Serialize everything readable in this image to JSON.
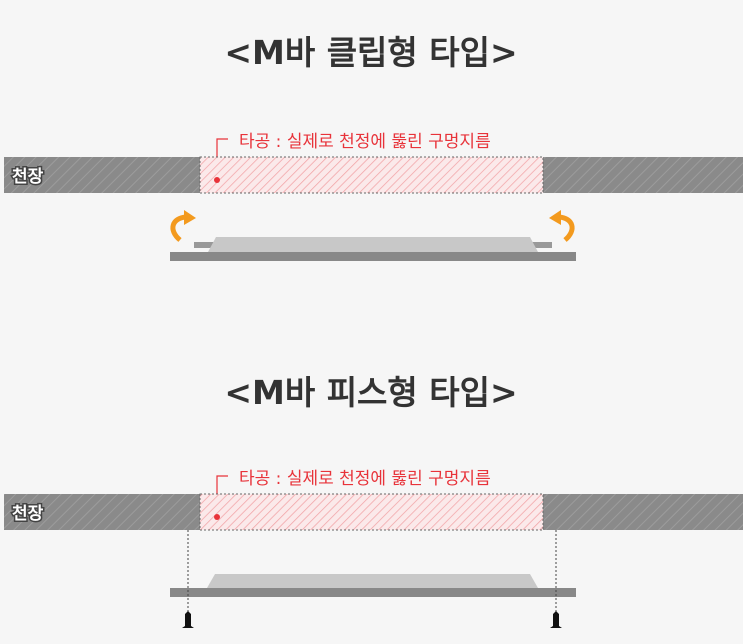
{
  "sections": [
    {
      "title": "<M바 클립형 타입>",
      "ceiling_label": "천장",
      "hole_note": "타공 : 실제로 천정에 뚫린 구멍지름",
      "fastener": "clip"
    },
    {
      "title": "<M바 피스형 타입>",
      "ceiling_label": "천장",
      "hole_note": "타공 : 실제로 천정에 뚫린 구멍지름",
      "fastener": "screw"
    }
  ],
  "colors": {
    "background": "#f6f6f6",
    "ceiling": "#8a8a8a",
    "hole_accent": "#e8333a",
    "arrow": "#f39a1e",
    "panel_base": "#888888",
    "panel_top": "#c8c8c8"
  }
}
